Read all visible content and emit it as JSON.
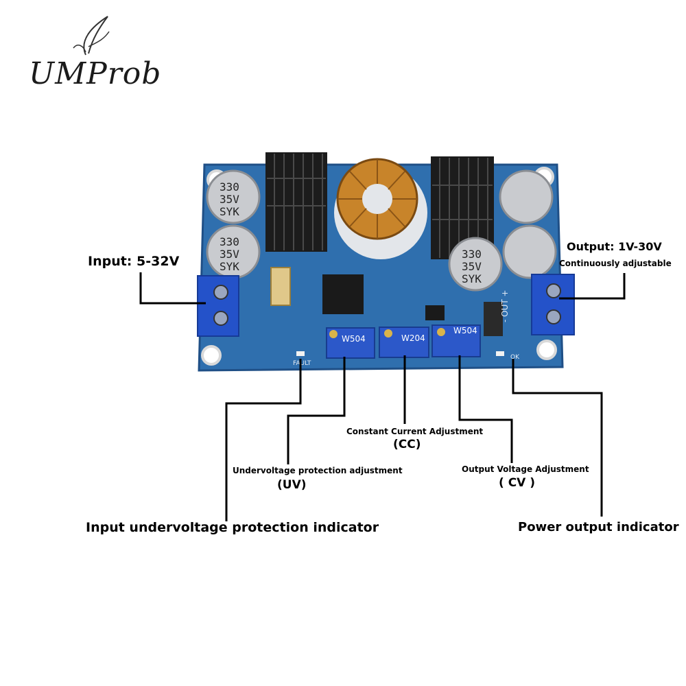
{
  "brand": {
    "name": "UMProb"
  },
  "labels": {
    "input": "Input: 5-32V",
    "output_title": "Output: 1V-30V",
    "output_sub": "Continuously adjustable",
    "cc_title": "Constant Current Adjustment",
    "cc_code": "(CC)",
    "uv_title": "Undervoltage protection adjustment",
    "uv_code": "(UV)",
    "cv_title": "Output Voltage Adjustment",
    "cv_code": "( CV )",
    "uv_indicator": "Input undervoltage protection indicator",
    "power_indicator": "Power output indicator"
  },
  "board_text": {
    "cap_value": "330",
    "cap_voltage": "35V",
    "cap_brand": "SYK",
    "pot_uv": "W504",
    "pot_cc": "W204",
    "pot_cv": "W504",
    "fault": "FAULT",
    "ok": "OK",
    "out": "- OUT +"
  },
  "colors": {
    "pcb": "#2f6fae",
    "pcb_dark": "#1f4f86",
    "terminal": "#2452c9",
    "heatsink": "#1c1c1c",
    "copper": "#c8842a",
    "capacitor": "#c9cbcf"
  }
}
